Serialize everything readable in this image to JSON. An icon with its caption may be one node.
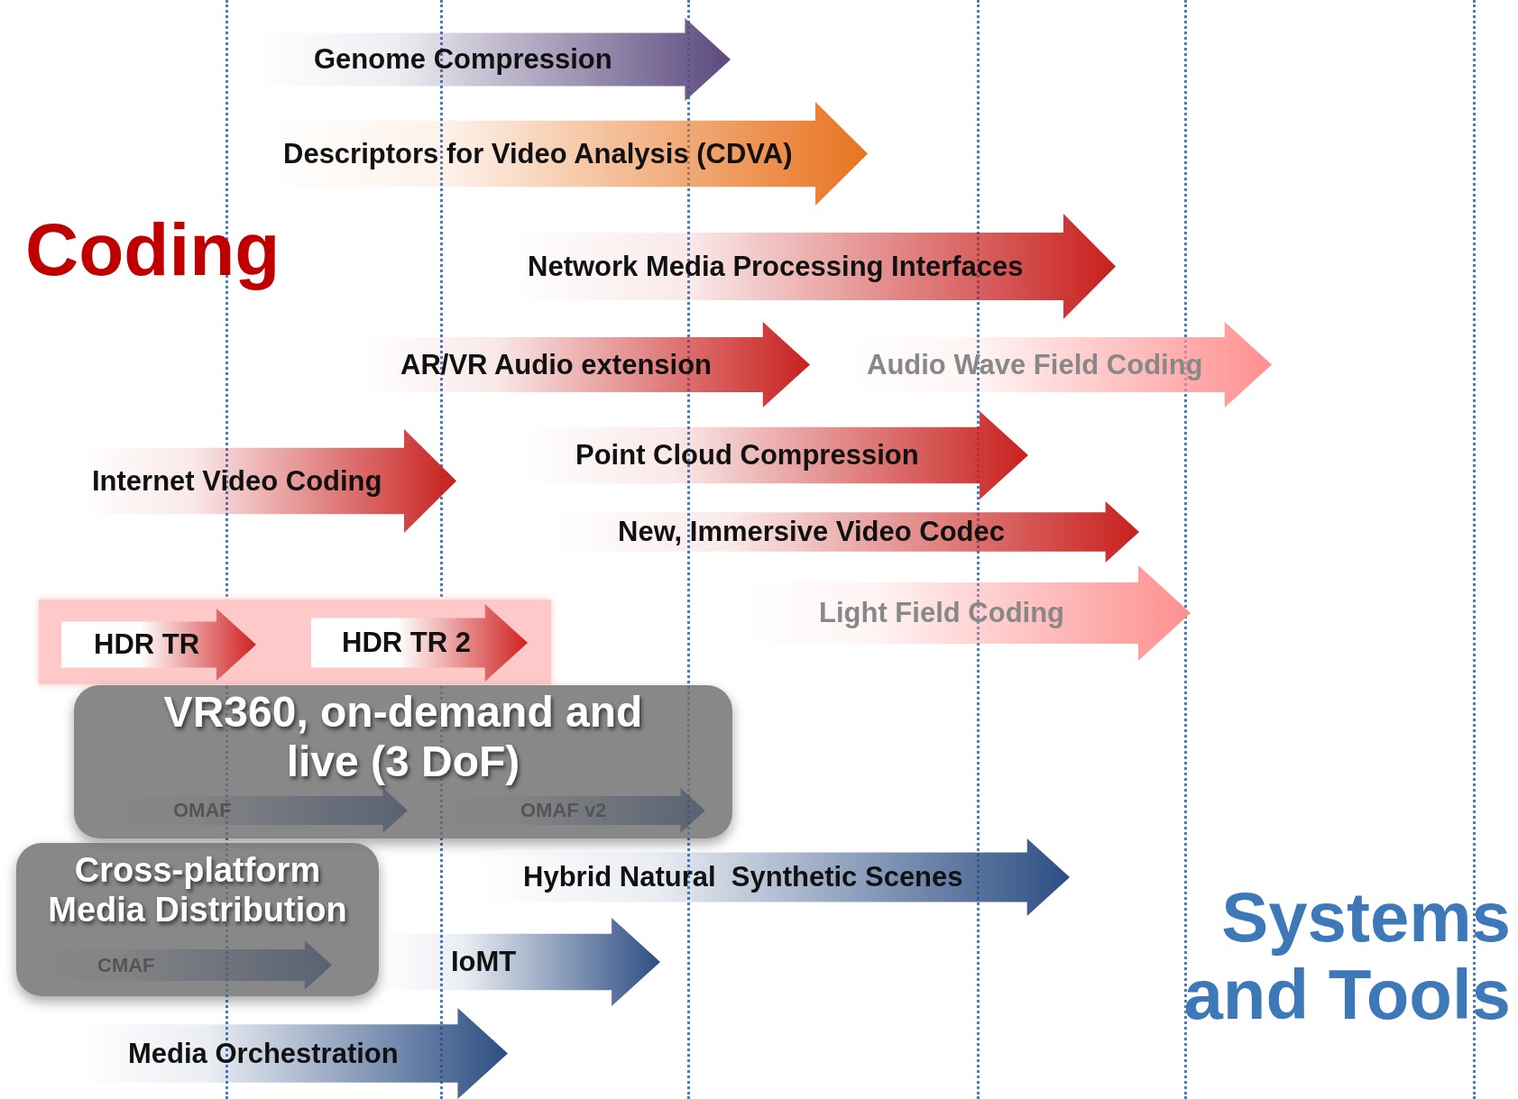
{
  "diagram": {
    "nodes": [
      {
        "text": [
          "Genome Compression"
        ]
      },
      {
        "text": [
          "Descriptors for Video Analysis (CDVA)"
        ]
      },
      {
        "text": [
          "Network Media Processing Interfaces"
        ]
      },
      {
        "text": [
          "AR/VR Audio extension"
        ]
      },
      {
        "text": [
          "Audio Wave Field Coding"
        ]
      },
      {
        "text": [
          "Internet Video Coding"
        ]
      },
      {
        "text": [
          "Point Cloud Compression"
        ]
      },
      {
        "text": [
          "New, Immersive Video Codec"
        ]
      },
      {
        "text": [
          "Light Field Coding"
        ]
      },
      {
        "text": [],
        "shape": "band"
      },
      {
        "text": [
          "HDR TR"
        ],
        "in": 9
      },
      {
        "text": [
          "HDR TR 2"
        ],
        "in": 9
      },
      {
        "text": [
          "VR360, on-demand and live (3 DoF)"
        ]
      },
      {
        "text": [
          "OMAF"
        ],
        "in": 12
      },
      {
        "text": [
          "OMAF v2"
        ],
        "in": 12
      },
      {
        "text": [
          "Cross-platform Media Distribution"
        ]
      },
      {
        "text": [
          "CMAF"
        ],
        "in": 15
      },
      {
        "text": [
          "Hybrid Natural  Synthetic Scenes"
        ]
      },
      {
        "text": [
          "IoMT"
        ]
      },
      {
        "text": [
          "Media Orchestration"
        ]
      }
    ],
    "labels": [
      "Coding",
      "Systems and Tools"
    ]
  }
}
